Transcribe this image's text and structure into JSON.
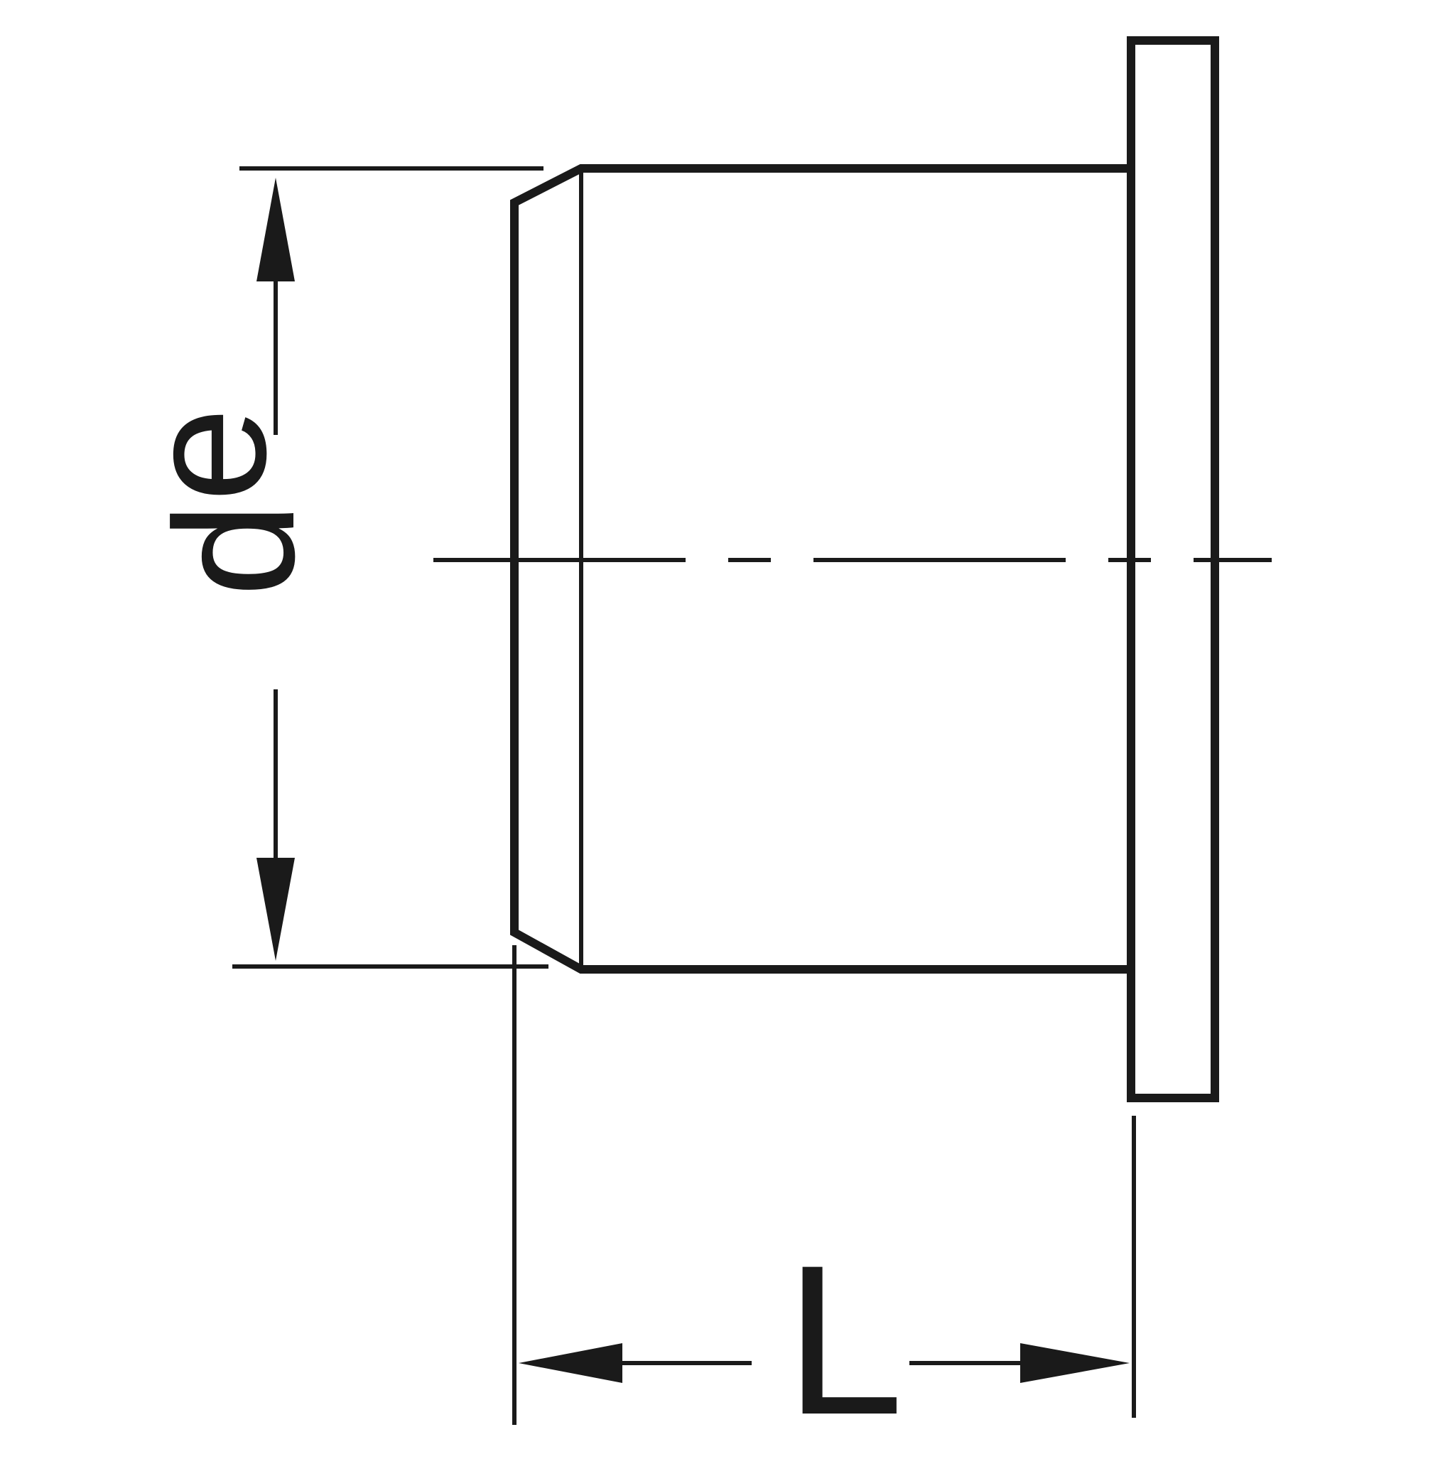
{
  "diagram": {
    "labels": {
      "diameter_symbol": "d",
      "diameter_subscript": "e",
      "length_symbol": "L"
    },
    "colors": {
      "line": "#1a1a1a",
      "background": "#ffffff"
    }
  }
}
